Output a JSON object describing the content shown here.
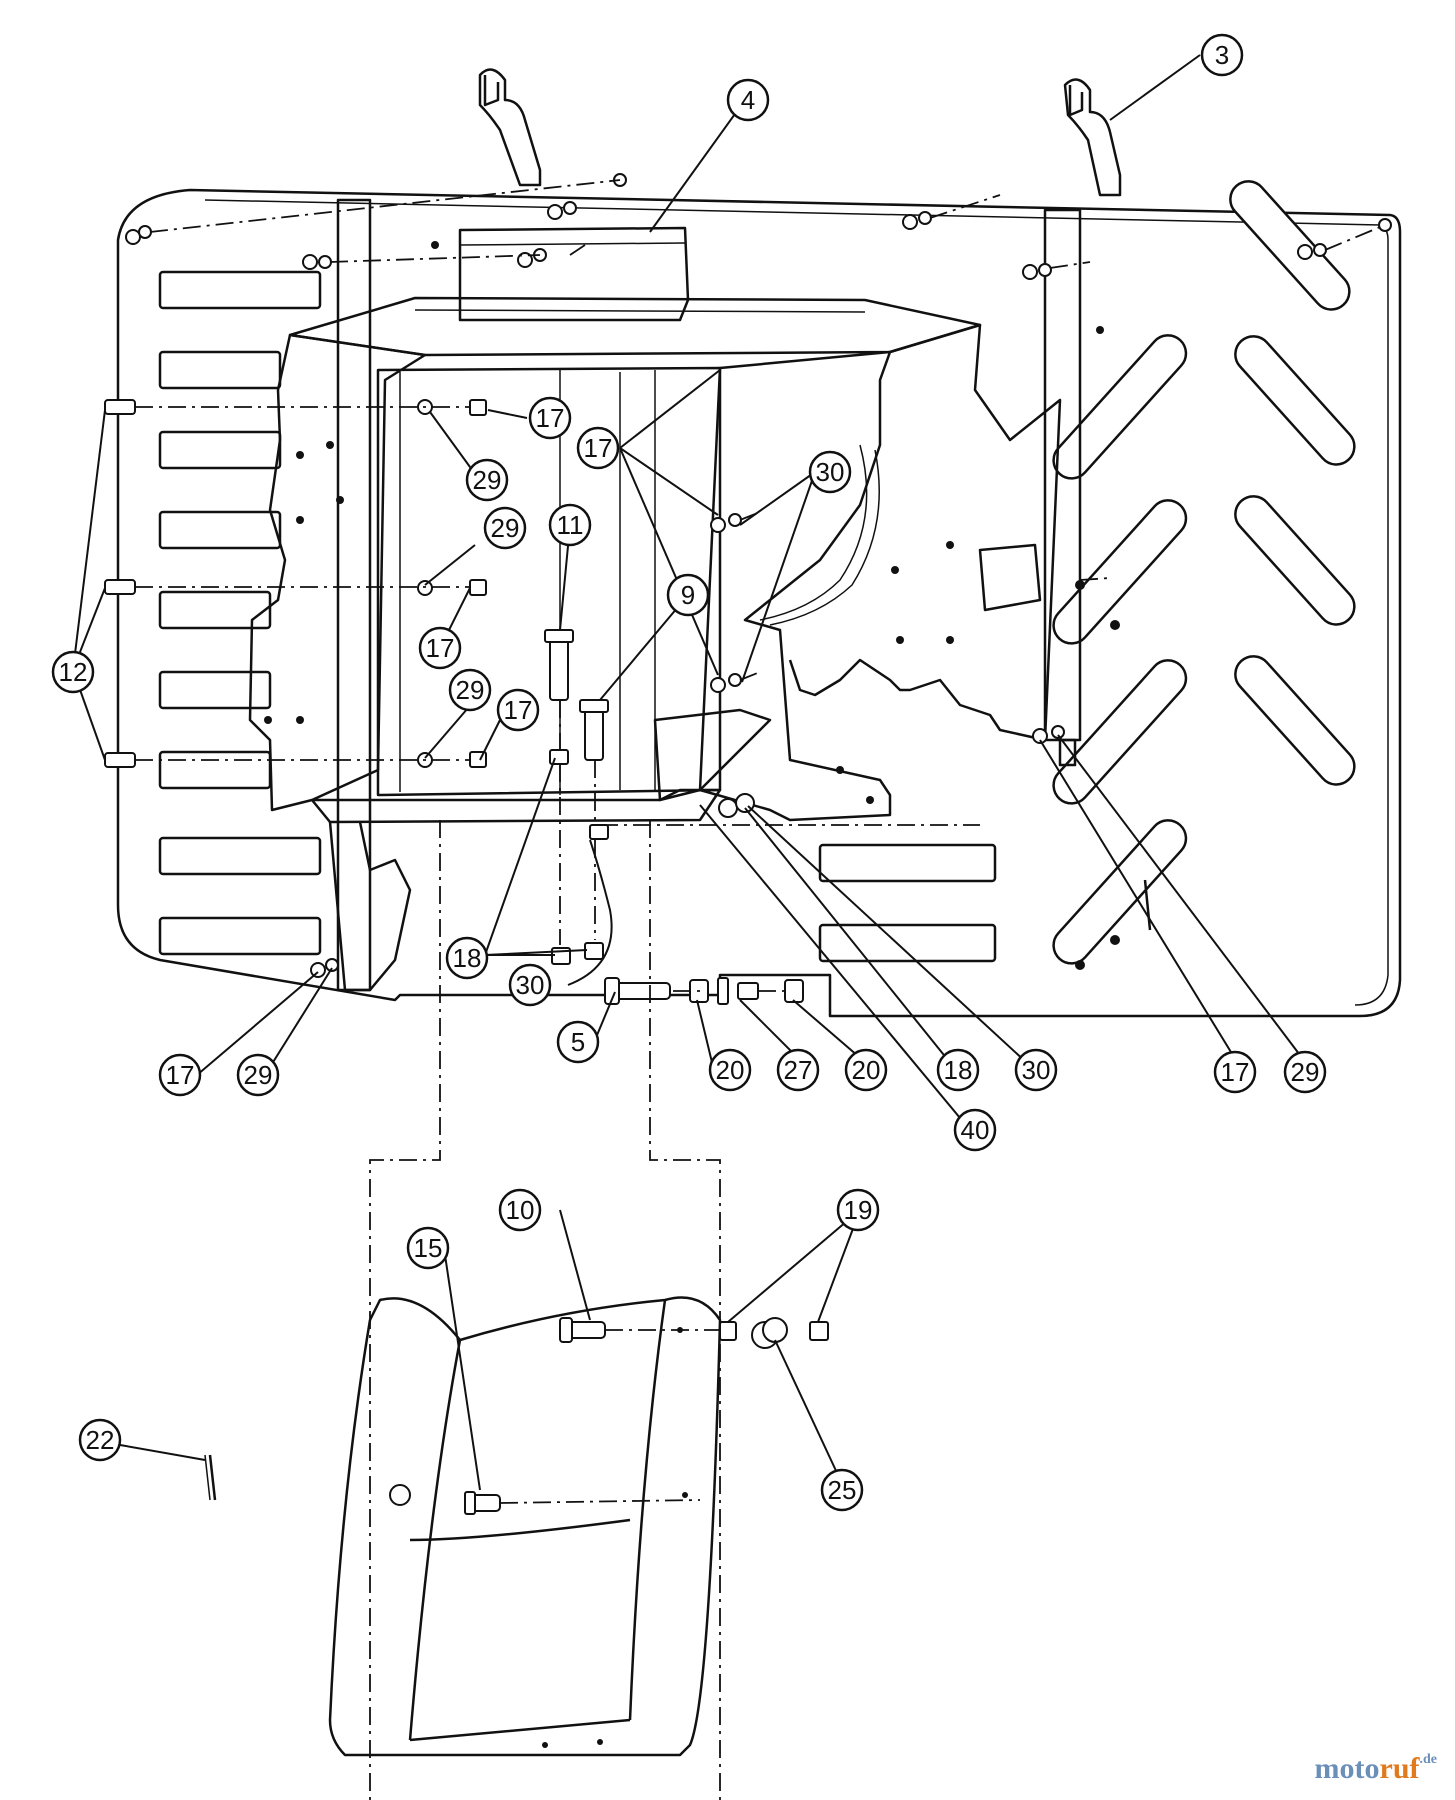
{
  "callouts": [
    {
      "id": "c3",
      "label": "3"
    },
    {
      "id": "c4",
      "label": "4"
    },
    {
      "id": "c17a",
      "label": "17"
    },
    {
      "id": "c17b",
      "label": "17"
    },
    {
      "id": "c29a",
      "label": "29"
    },
    {
      "id": "c30a",
      "label": "30"
    },
    {
      "id": "c11",
      "label": "11"
    },
    {
      "id": "c29b",
      "label": "29"
    },
    {
      "id": "c9",
      "label": "9"
    },
    {
      "id": "c17c",
      "label": "17"
    },
    {
      "id": "c12",
      "label": "12"
    },
    {
      "id": "c29c",
      "label": "29"
    },
    {
      "id": "c17d",
      "label": "17"
    },
    {
      "id": "c18a",
      "label": "18"
    },
    {
      "id": "c30b",
      "label": "30"
    },
    {
      "id": "c5",
      "label": "5"
    },
    {
      "id": "c20a",
      "label": "20"
    },
    {
      "id": "c27",
      "label": "27"
    },
    {
      "id": "c20b",
      "label": "20"
    },
    {
      "id": "c18b",
      "label": "18"
    },
    {
      "id": "c30c",
      "label": "30"
    },
    {
      "id": "c17e",
      "label": "17"
    },
    {
      "id": "c29d",
      "label": "29"
    },
    {
      "id": "c17f",
      "label": "17"
    },
    {
      "id": "c29e",
      "label": "29"
    },
    {
      "id": "c40",
      "label": "40"
    },
    {
      "id": "c10",
      "label": "10"
    },
    {
      "id": "c19",
      "label": "19"
    },
    {
      "id": "c15",
      "label": "15"
    },
    {
      "id": "c22",
      "label": "22"
    },
    {
      "id": "c25",
      "label": "25"
    }
  ],
  "watermark": {
    "part1": "moto",
    "part2": "ruf",
    "part3": ".de"
  }
}
